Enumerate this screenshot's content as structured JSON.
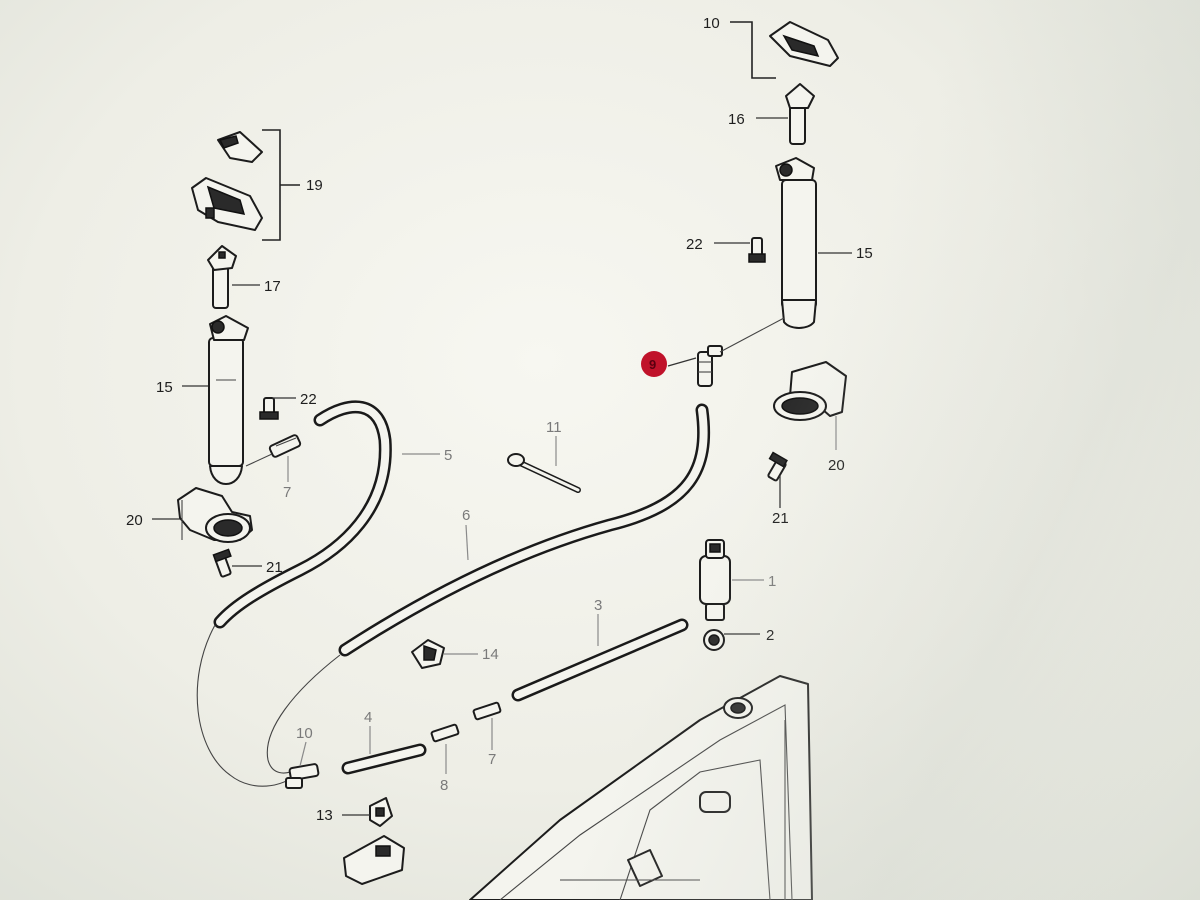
{
  "diagram": {
    "callouts": {
      "c1": "1",
      "c2": "2",
      "c3": "3",
      "c4": "4",
      "c5": "5",
      "c6": "6",
      "c7a": "7",
      "c7b": "7",
      "c8": "8",
      "c9": "9",
      "c10a": "10",
      "c10b": "10",
      "c11": "11",
      "c13": "13",
      "c14": "14",
      "c15a": "15",
      "c15b": "15",
      "c16": "16",
      "c17": "17",
      "c19": "19",
      "c20a": "20",
      "c20b": "20",
      "c21a": "21",
      "c21b": "21",
      "c22a": "22",
      "c22b": "22"
    },
    "highlight": {
      "label": "9",
      "color": "#c0122a"
    },
    "colors": {
      "background": "#eeeee6",
      "line": "#1c1c1c",
      "faint": "#8a8a8a"
    }
  }
}
